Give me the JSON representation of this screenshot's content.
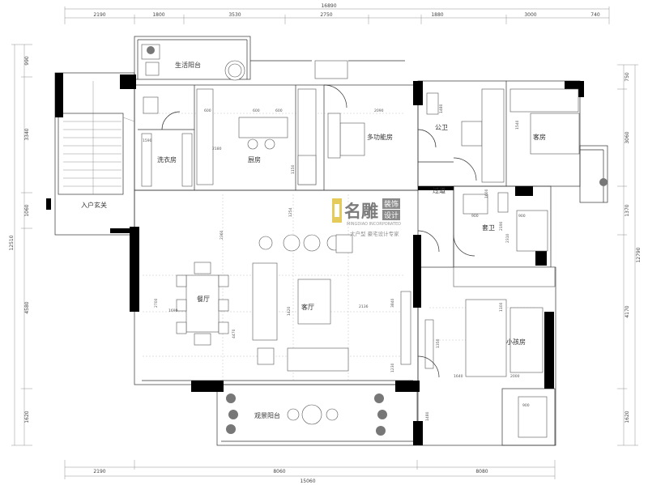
{
  "dimensions": {
    "top_total": "16890",
    "top": [
      "2190",
      "1800",
      "3530",
      "2750",
      "1880",
      "3000",
      "740"
    ],
    "bottom": [
      "2190",
      "8060",
      "8080"
    ],
    "bottom_total": "15060",
    "left": [
      "990",
      "3340",
      "1060",
      "4580",
      "1620"
    ],
    "left_total": "12510",
    "right": [
      "750",
      "3060",
      "1370",
      "4170",
      "1620"
    ],
    "right_total": "12790"
  },
  "rooms": {
    "service_balcony": "生活阳台",
    "laundry": "洗衣房",
    "kitchen": "厨房",
    "multi_room": "多功能房",
    "public_bath": "公卫",
    "guest_room": "客房",
    "entrance": "入户玄关",
    "corridor": "过道",
    "master_bath": "套卫",
    "dining": "餐厅",
    "living": "客厅",
    "kids_room": "小孩房",
    "view_balcony": "观景阳台"
  },
  "inner_dims": {
    "k1": "600",
    "k2": "600",
    "k3": "600",
    "k4": "2090",
    "k5": "1150",
    "k6": "1480",
    "k7": "1540",
    "b1": "1590",
    "b2": "2180",
    "l1": "2360",
    "l2": "1254",
    "l3": "2700",
    "l4": "1690",
    "l5": "1420",
    "l6": "2136",
    "l7": "4470",
    "l8": "3840",
    "l9": "1230",
    "l10": "900",
    "l11": "900",
    "l12": "1600",
    "l13": "1640",
    "l14": "2000",
    "l15": "1480",
    "l16": "1100",
    "l17": "2310",
    "l18": "1350",
    "l19": "900",
    "l20": "2190"
  },
  "logo": {
    "cn": "名雕",
    "box1": "装饰",
    "box2": "设计",
    "en": "MINGDIAO INCORPORATED",
    "tagline": "大户型 豪宅设计专家"
  }
}
